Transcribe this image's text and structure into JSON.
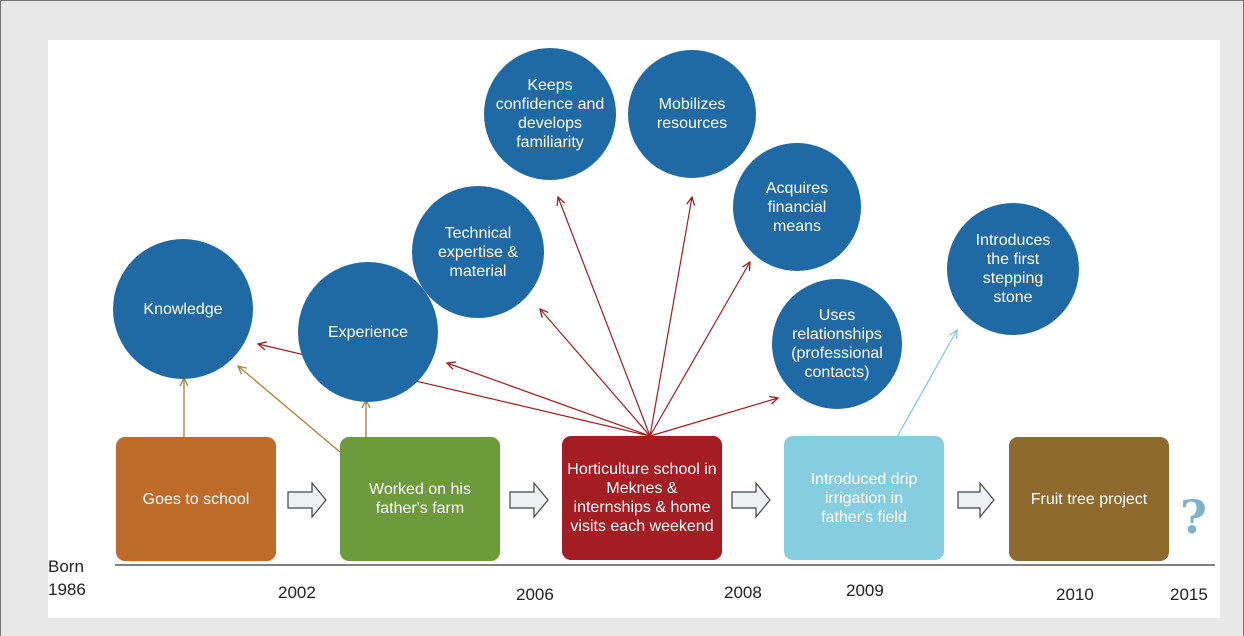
{
  "colors": {
    "circle": "#1f6aa5",
    "school": "#bf6b2a",
    "farm": "#6d9a3a",
    "horticulture": "#a31d22",
    "drip": "#86cde0",
    "fruit": "#8e6a2e",
    "arrow_school": "#a8803a",
    "arrow_hort": "#a31d22",
    "arrow_drip": "#7fc8dc"
  },
  "circles": {
    "knowledge": "Knowledge",
    "experience": "Experience",
    "technical": "Technical expertise & material",
    "confidence": "Keeps confidence and develops familiarity",
    "mobilizes": "Mobilizes resources",
    "financial": "Acquires financial means",
    "relationships": "Uses relationships (professional contacts)",
    "stepping": "Introduces the first stepping stone"
  },
  "boxes": {
    "school": "Goes to school",
    "farm": "Worked on his father's farm",
    "horticulture": "Horticulture school in Meknes & internships & home visits each weekend",
    "drip": "Introduced drip irrigation in father's field",
    "fruit": "Fruit tree project"
  },
  "timeline": {
    "born": "Born",
    "born_year": "1986",
    "years": [
      "2002",
      "2006",
      "2008",
      "2009",
      "2010",
      "2015"
    ]
  },
  "unknown_mark": "?"
}
